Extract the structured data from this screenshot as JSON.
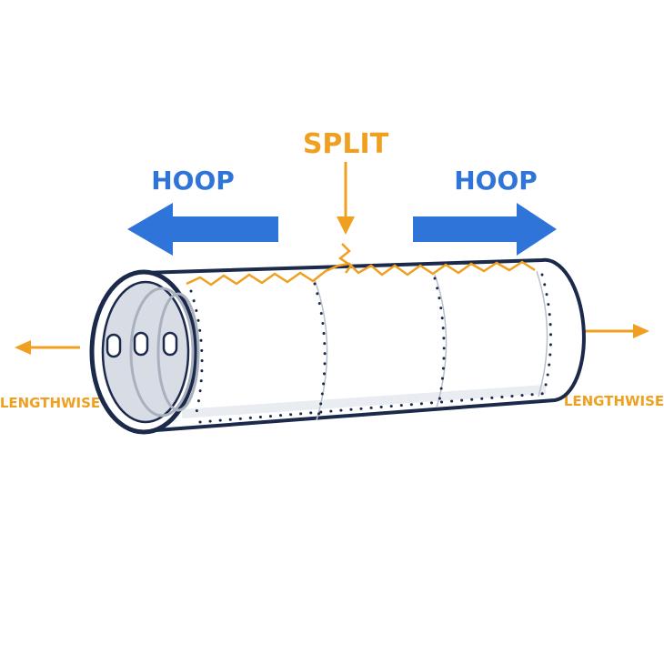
{
  "labels": {
    "split": "SPLIT",
    "hoop_left": "HOOP",
    "hoop_right": "HOOP",
    "lengthwise_left": "LENGTHWISE",
    "lengthwise_right": "LENGTHWISE"
  },
  "colors": {
    "hoop": "#2f74d8",
    "split": "#f0a020",
    "outline": "#1b2a4a",
    "rivet": "#1b2a4a",
    "interior": "#c9ced8"
  },
  "icons": {
    "hoop_left": "arrow-left-icon",
    "hoop_right": "arrow-right-icon",
    "split": "arrow-down-icon",
    "lengthwise_left": "arrow-left-icon",
    "lengthwise_right": "arrow-right-icon",
    "crack": "zigzag-crack-icon"
  }
}
